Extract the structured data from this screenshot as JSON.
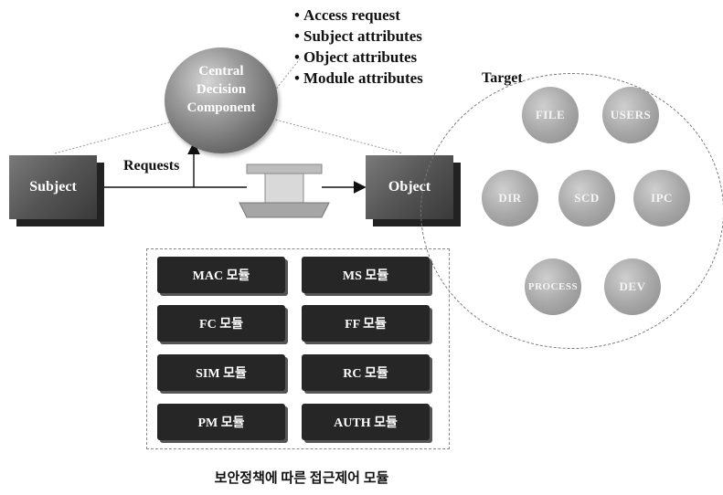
{
  "bullets": [
    "Access request",
    "Subject attributes",
    "Object attributes",
    "Module attributes"
  ],
  "central": {
    "line1": "Central",
    "line2": "Decision",
    "line3": "Component"
  },
  "subject": "Subject",
  "object": "Object",
  "requests": "Requests",
  "target": {
    "label": "Target",
    "items": [
      "FILE",
      "USERS",
      "DIR",
      "SCD",
      "IPC",
      "PROCESS",
      "DEV"
    ]
  },
  "modules": [
    "MAC 모듈",
    "MS 모듈",
    "FC 모듈",
    "FF 모듈",
    "SIM 모듈",
    "RC 모듈",
    "PM 모듈",
    "AUTH 모듈"
  ],
  "caption": "보안정책에 따른 접근제어 모듈"
}
